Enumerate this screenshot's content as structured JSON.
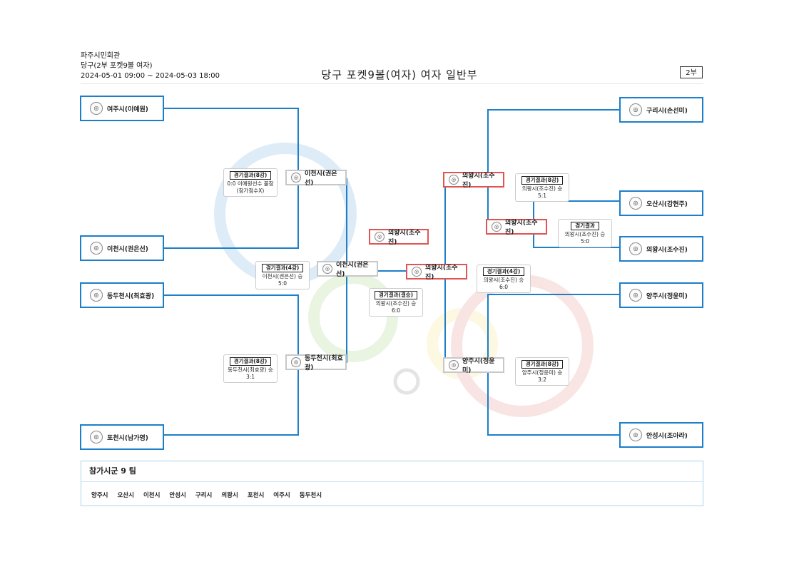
{
  "header": {
    "venue": "파주시민회관",
    "event": "당구(2부 포켓9볼 여자)",
    "period": "2024-05-01 09:00 ~ 2024-05-03 18:00",
    "title": "당구 포켓9볼(여자) 여자 일반부",
    "division": "2부"
  },
  "colors": {
    "line": "#1c7fc8",
    "winner_border": "#e05454",
    "mid_border": "#c8c8c8"
  },
  "left_teams": [
    "여주시(이예원)",
    "이천시(권은선)",
    "동두천시(최효광)",
    "포천시(남가영)"
  ],
  "right_teams": [
    "구리시(손선미)",
    "오산시(강현주)",
    "의왕시(조수진)",
    "양주시(정윤미)",
    "안성시(조아라)"
  ],
  "left_round2": [
    "이천시(권은선)",
    "동두천시(최효광)"
  ],
  "left_semi": "이천시(권은선)",
  "champion": "의왕시(조수진)",
  "right_semi": "의왕시(조수진)",
  "right_round2": [
    "의왕시(조수진)",
    "양주시(정윤미)"
  ],
  "right_round1": "의왕시(조수진)",
  "results": {
    "l1": {
      "title": "경기결과(8강)",
      "lines": [
        "0:0 이예원선수 불참",
        "(참가점수X)"
      ]
    },
    "l2": {
      "title": "경기결과(8강)",
      "lines": [
        "동두천시(최효광) 승",
        "3:1"
      ]
    },
    "l3": {
      "title": "경기결과(4강)",
      "lines": [
        "이천시(권은선) 승",
        "5:0"
      ]
    },
    "final": {
      "title": "경기결과(결승)",
      "lines": [
        "의왕시(조수진) 승",
        "6:0"
      ]
    },
    "r1": {
      "title": "경기결과(8강)",
      "lines": [
        "의왕시(조수진) 승",
        "5:1"
      ]
    },
    "r0": {
      "title": "경기결과",
      "lines": [
        "의왕시(조수진) 승",
        "5:0"
      ]
    },
    "r3": {
      "title": "경기결과(4강)",
      "lines": [
        "의왕시(조수진) 승",
        "6:0"
      ]
    },
    "r2": {
      "title": "경기결과(8강)",
      "lines": [
        "양주시(정윤미) 승",
        "3:2"
      ]
    }
  },
  "summary": {
    "heading": "참가시군 9 팀",
    "teams": [
      "양주시",
      "오산시",
      "이천시",
      "안성시",
      "구리시",
      "의왕시",
      "포천시",
      "여주시",
      "동두천시"
    ]
  }
}
